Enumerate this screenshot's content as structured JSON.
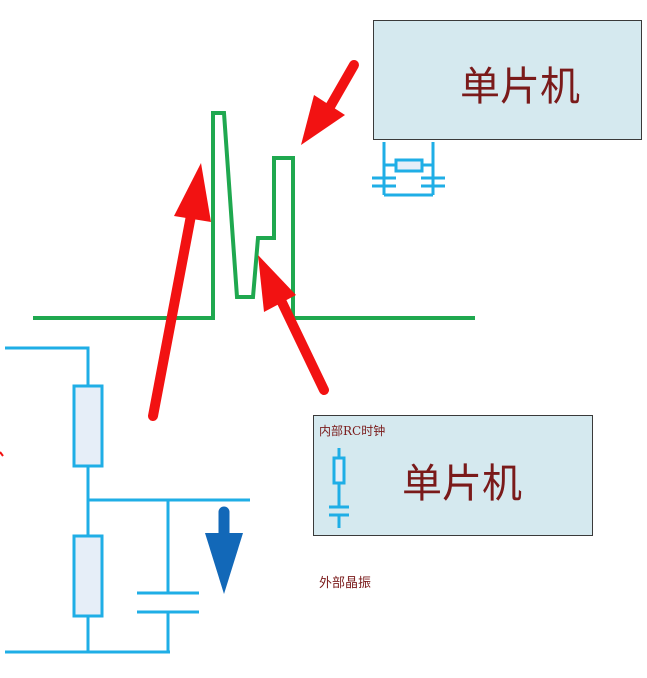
{
  "mcu_top": {
    "title": "单片机"
  },
  "mcu_bottom": {
    "title": "单片机",
    "caption": "内部RC时钟"
  },
  "external_label": "外部晶振",
  "colors": {
    "waveform": "#1fa84f",
    "red_arrow": "#f21212",
    "circuit": "#1faee6",
    "blue_arrow": "#1268b8",
    "box_fill": "#d5e9ef",
    "text": "#7a1a1a"
  }
}
